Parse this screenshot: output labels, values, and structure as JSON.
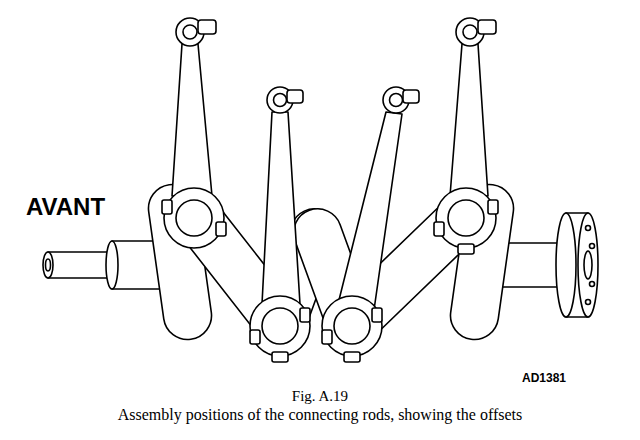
{
  "diagram": {
    "caption": "Assembly positions of the connecting rods, showing the offsets",
    "labels": [
      "AVANT",
      "AD1381",
      "Fig. A.19"
    ]
  }
}
